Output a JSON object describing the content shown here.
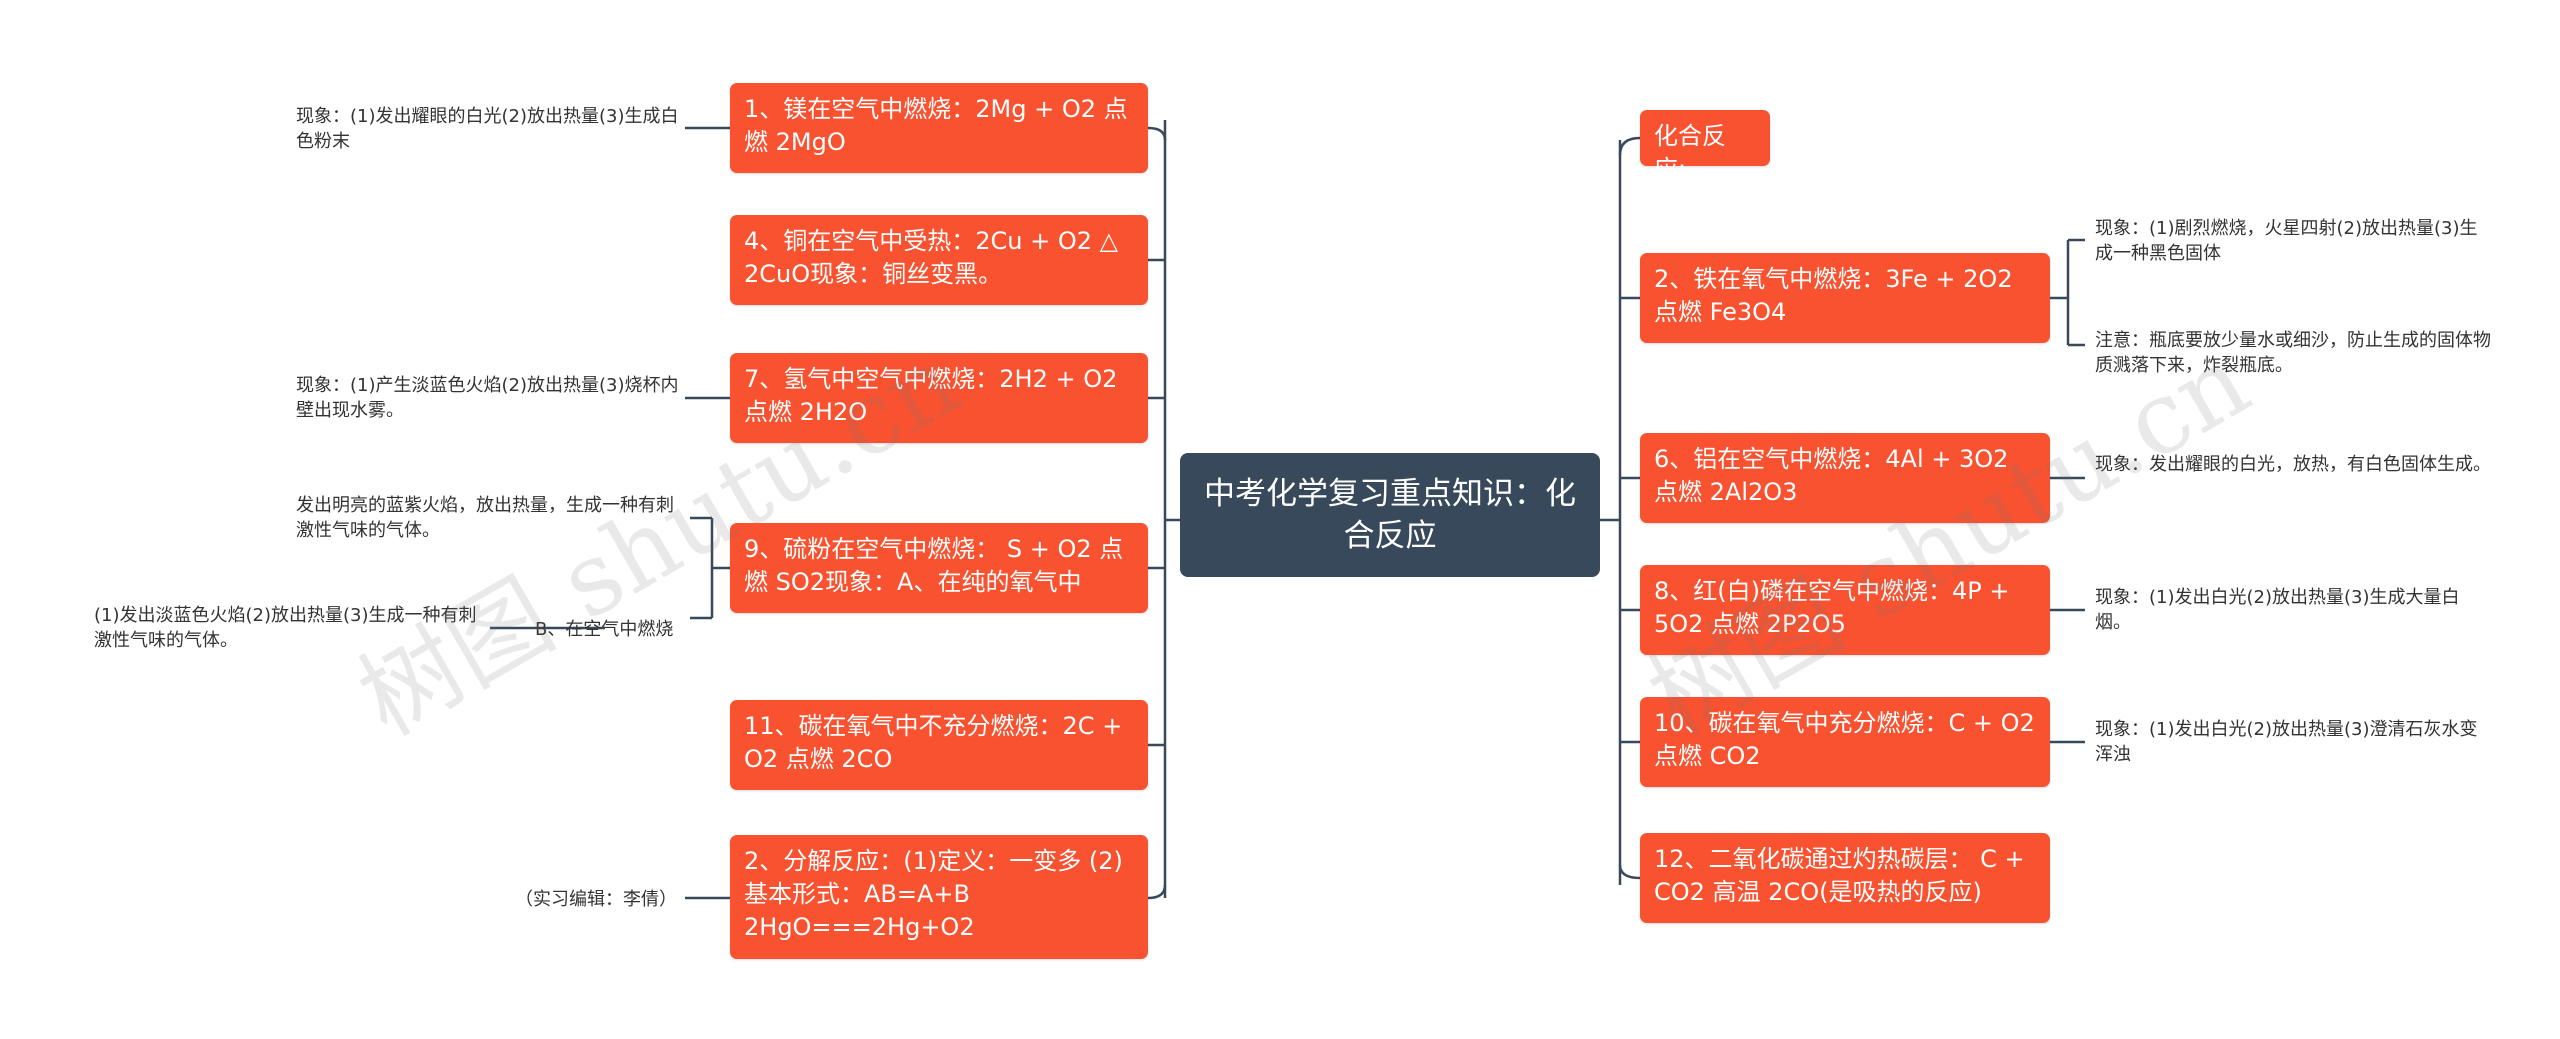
{
  "root": {
    "text": "中考化学复习重点知识：化合反应"
  },
  "left_nodes": [
    {
      "id": "n1",
      "text": "1、镁在空气中燃烧：2Mg + O2 点燃 2MgO"
    },
    {
      "id": "n4",
      "text": "4、铜在空气中受热：2Cu + O2 △ 2CuO现象：铜丝变黑。"
    },
    {
      "id": "n7",
      "text": "7、氢气中空气中燃烧：2H2 + O2 点燃 2H2O"
    },
    {
      "id": "n9",
      "text": "9、硫粉在空气中燃烧： S + O2 点燃 SO2现象：A、在纯的氧气中"
    },
    {
      "id": "n11",
      "text": "11、碳在氧气中不充分燃烧：2C + O2 点燃 2CO"
    },
    {
      "id": "n2d",
      "text": "2、分解反应：(1)定义：一变多 (2)基本形式：AB=A+B 2HgO===2Hg+O2"
    }
  ],
  "right_nodes": [
    {
      "id": "r0",
      "text": "化合反应;"
    },
    {
      "id": "r2",
      "text": "2、铁在氧气中燃烧：3Fe + 2O2 点燃 Fe3O4"
    },
    {
      "id": "r6",
      "text": "6、铝在空气中燃烧：4Al + 3O2 点燃 2Al2O3"
    },
    {
      "id": "r8",
      "text": "8、红(白)磷在空气中燃烧：4P + 5O2 点燃 2P2O5"
    },
    {
      "id": "r10",
      "text": "10、碳在氧气中充分燃烧：C + O2 点燃 CO2"
    },
    {
      "id": "r12",
      "text": "12、二氧化碳通过灼热碳层： C + CO2 高温 2CO(是吸热的反应)"
    }
  ],
  "notes": {
    "mg": "现象：(1)发出耀眼的白光(2)放出热量(3)生成白色粉末",
    "h2": "现象：(1)产生淡蓝色火焰(2)放出热量(3)烧杯内壁出现水雾。",
    "s_pure": "发出明亮的蓝紫火焰，放出热量，生成一种有刺激性气味的气体。",
    "s_air_label": "B、在空气中燃烧",
    "s_air": "(1)发出淡蓝色火焰(2)放出热量(3)生成一种有刺激性气味的气体。",
    "editor": "（实习编辑：李倩）",
    "fe1": "现象：(1)剧烈燃烧，火星四射(2)放出热量(3)生成一种黑色固体",
    "fe2": "注意：瓶底要放少量水或细沙，防止生成的固体物质溅落下来，炸裂瓶底。",
    "al": "现象：发出耀眼的白光，放热，有白色固体生成。",
    "p": "现象：(1)发出白光(2)放出热量(3)生成大量白烟。",
    "c": "现象：(1)发出白光(2)放出热量(3)澄清石灰水变浑浊"
  },
  "watermark": [
    "树图 shutu.cn",
    "树图 shutu.cn"
  ],
  "colors": {
    "node": "#f85230",
    "root": "#37495a",
    "edge": "#37495a"
  }
}
